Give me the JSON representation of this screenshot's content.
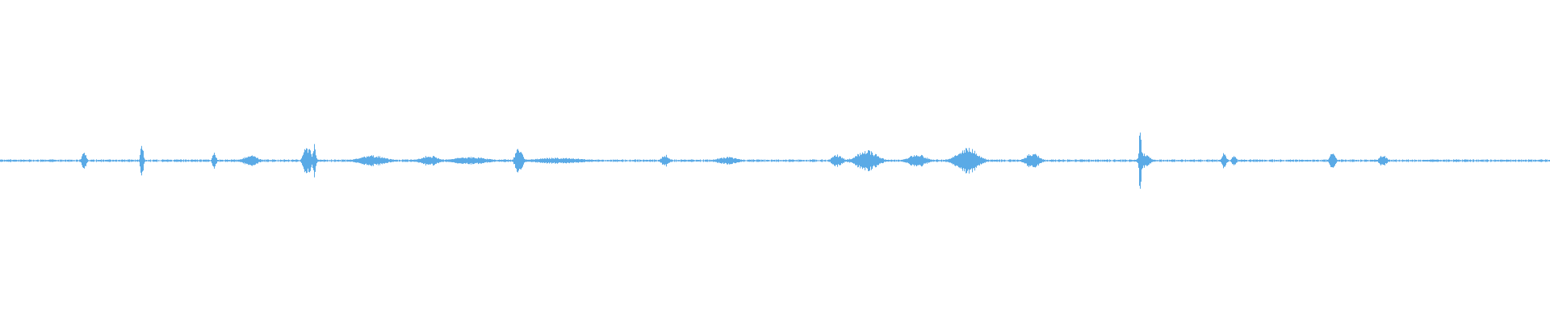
{
  "waveform": {
    "color": "#5aaae6",
    "background": "#ffffff",
    "duration": 1,
    "amplitude_range": [
      -1,
      1
    ],
    "baseline_amplitude": 0.006,
    "events": [
      {
        "t": 0.054,
        "amp": 0.06,
        "width": 0.0012
      },
      {
        "t": 0.0913,
        "amp": 0.13,
        "width": 0.0008
      },
      {
        "t": 0.138,
        "amp": 0.06,
        "width": 0.001
      },
      {
        "t": 0.1615,
        "amp": 0.035,
        "width": 0.004
      },
      {
        "t": 0.197,
        "amp": 0.095,
        "width": 0.0015
      },
      {
        "t": 0.1995,
        "amp": 0.12,
        "width": 0.001
      },
      {
        "t": 0.2025,
        "amp": 0.115,
        "width": 0.001
      },
      {
        "t": 0.24,
        "amp": 0.035,
        "width": 0.008
      },
      {
        "t": 0.277,
        "amp": 0.035,
        "width": 0.005
      },
      {
        "t": 0.303,
        "amp": 0.025,
        "width": 0.01
      },
      {
        "t": 0.3345,
        "amp": 0.085,
        "width": 0.002
      },
      {
        "t": 0.36,
        "amp": 0.02,
        "width": 0.015
      },
      {
        "t": 0.429,
        "amp": 0.04,
        "width": 0.002
      },
      {
        "t": 0.469,
        "amp": 0.025,
        "width": 0.006
      },
      {
        "t": 0.54,
        "amp": 0.04,
        "width": 0.003
      },
      {
        "t": 0.559,
        "amp": 0.07,
        "width": 0.006
      },
      {
        "t": 0.5915,
        "amp": 0.045,
        "width": 0.005
      },
      {
        "t": 0.624,
        "amp": 0.085,
        "width": 0.006
      },
      {
        "t": 0.666,
        "amp": 0.05,
        "width": 0.004
      },
      {
        "t": 0.7355,
        "amp": 0.27,
        "width": 0.0006
      },
      {
        "t": 0.738,
        "amp": 0.05,
        "width": 0.003
      },
      {
        "t": 0.7895,
        "amp": 0.055,
        "width": 0.0012
      },
      {
        "t": 0.796,
        "amp": 0.04,
        "width": 0.0012
      },
      {
        "t": 0.8595,
        "amp": 0.065,
        "width": 0.0015
      },
      {
        "t": 0.892,
        "amp": 0.04,
        "width": 0.002
      }
    ]
  }
}
